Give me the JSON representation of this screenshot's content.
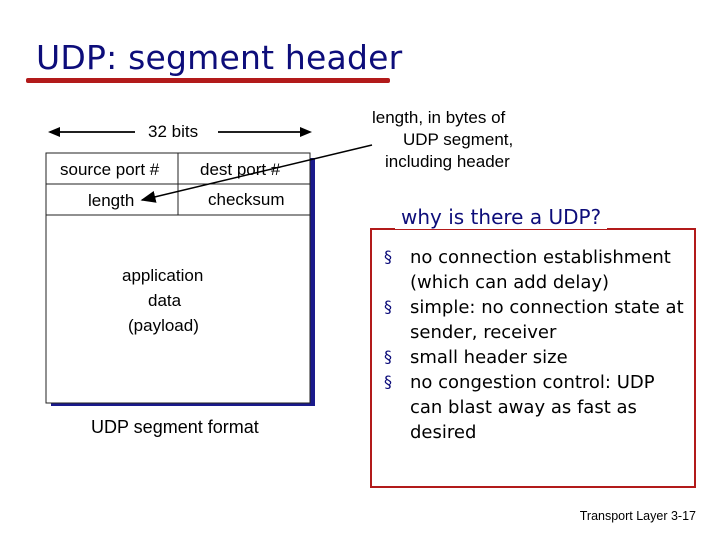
{
  "title": "UDP: segment header",
  "diagram": {
    "bits_label": "32 bits",
    "fields": {
      "source_port": "source port #",
      "dest_port": "dest port #",
      "length": "length",
      "checksum": "checksum",
      "payload_line1": "application",
      "payload_line2": "data",
      "payload_line3": "(payload)"
    },
    "caption": "UDP segment format",
    "length_note": [
      "length, in bytes of",
      "UDP segment,",
      "including header"
    ]
  },
  "why_box": {
    "title": "why is there a UDP?",
    "bullet_char": "§",
    "items": [
      "no connection establishment (which can add delay)",
      "simple: no connection state at sender, receiver",
      "small header size",
      "no congestion control: UDP can blast away as fast as desired"
    ]
  },
  "footer": "Transport Layer 3-17",
  "colors": {
    "title": "#0d0d7a",
    "accent_red": "#b21a1a",
    "box_shadow": "#1a1a8c"
  }
}
